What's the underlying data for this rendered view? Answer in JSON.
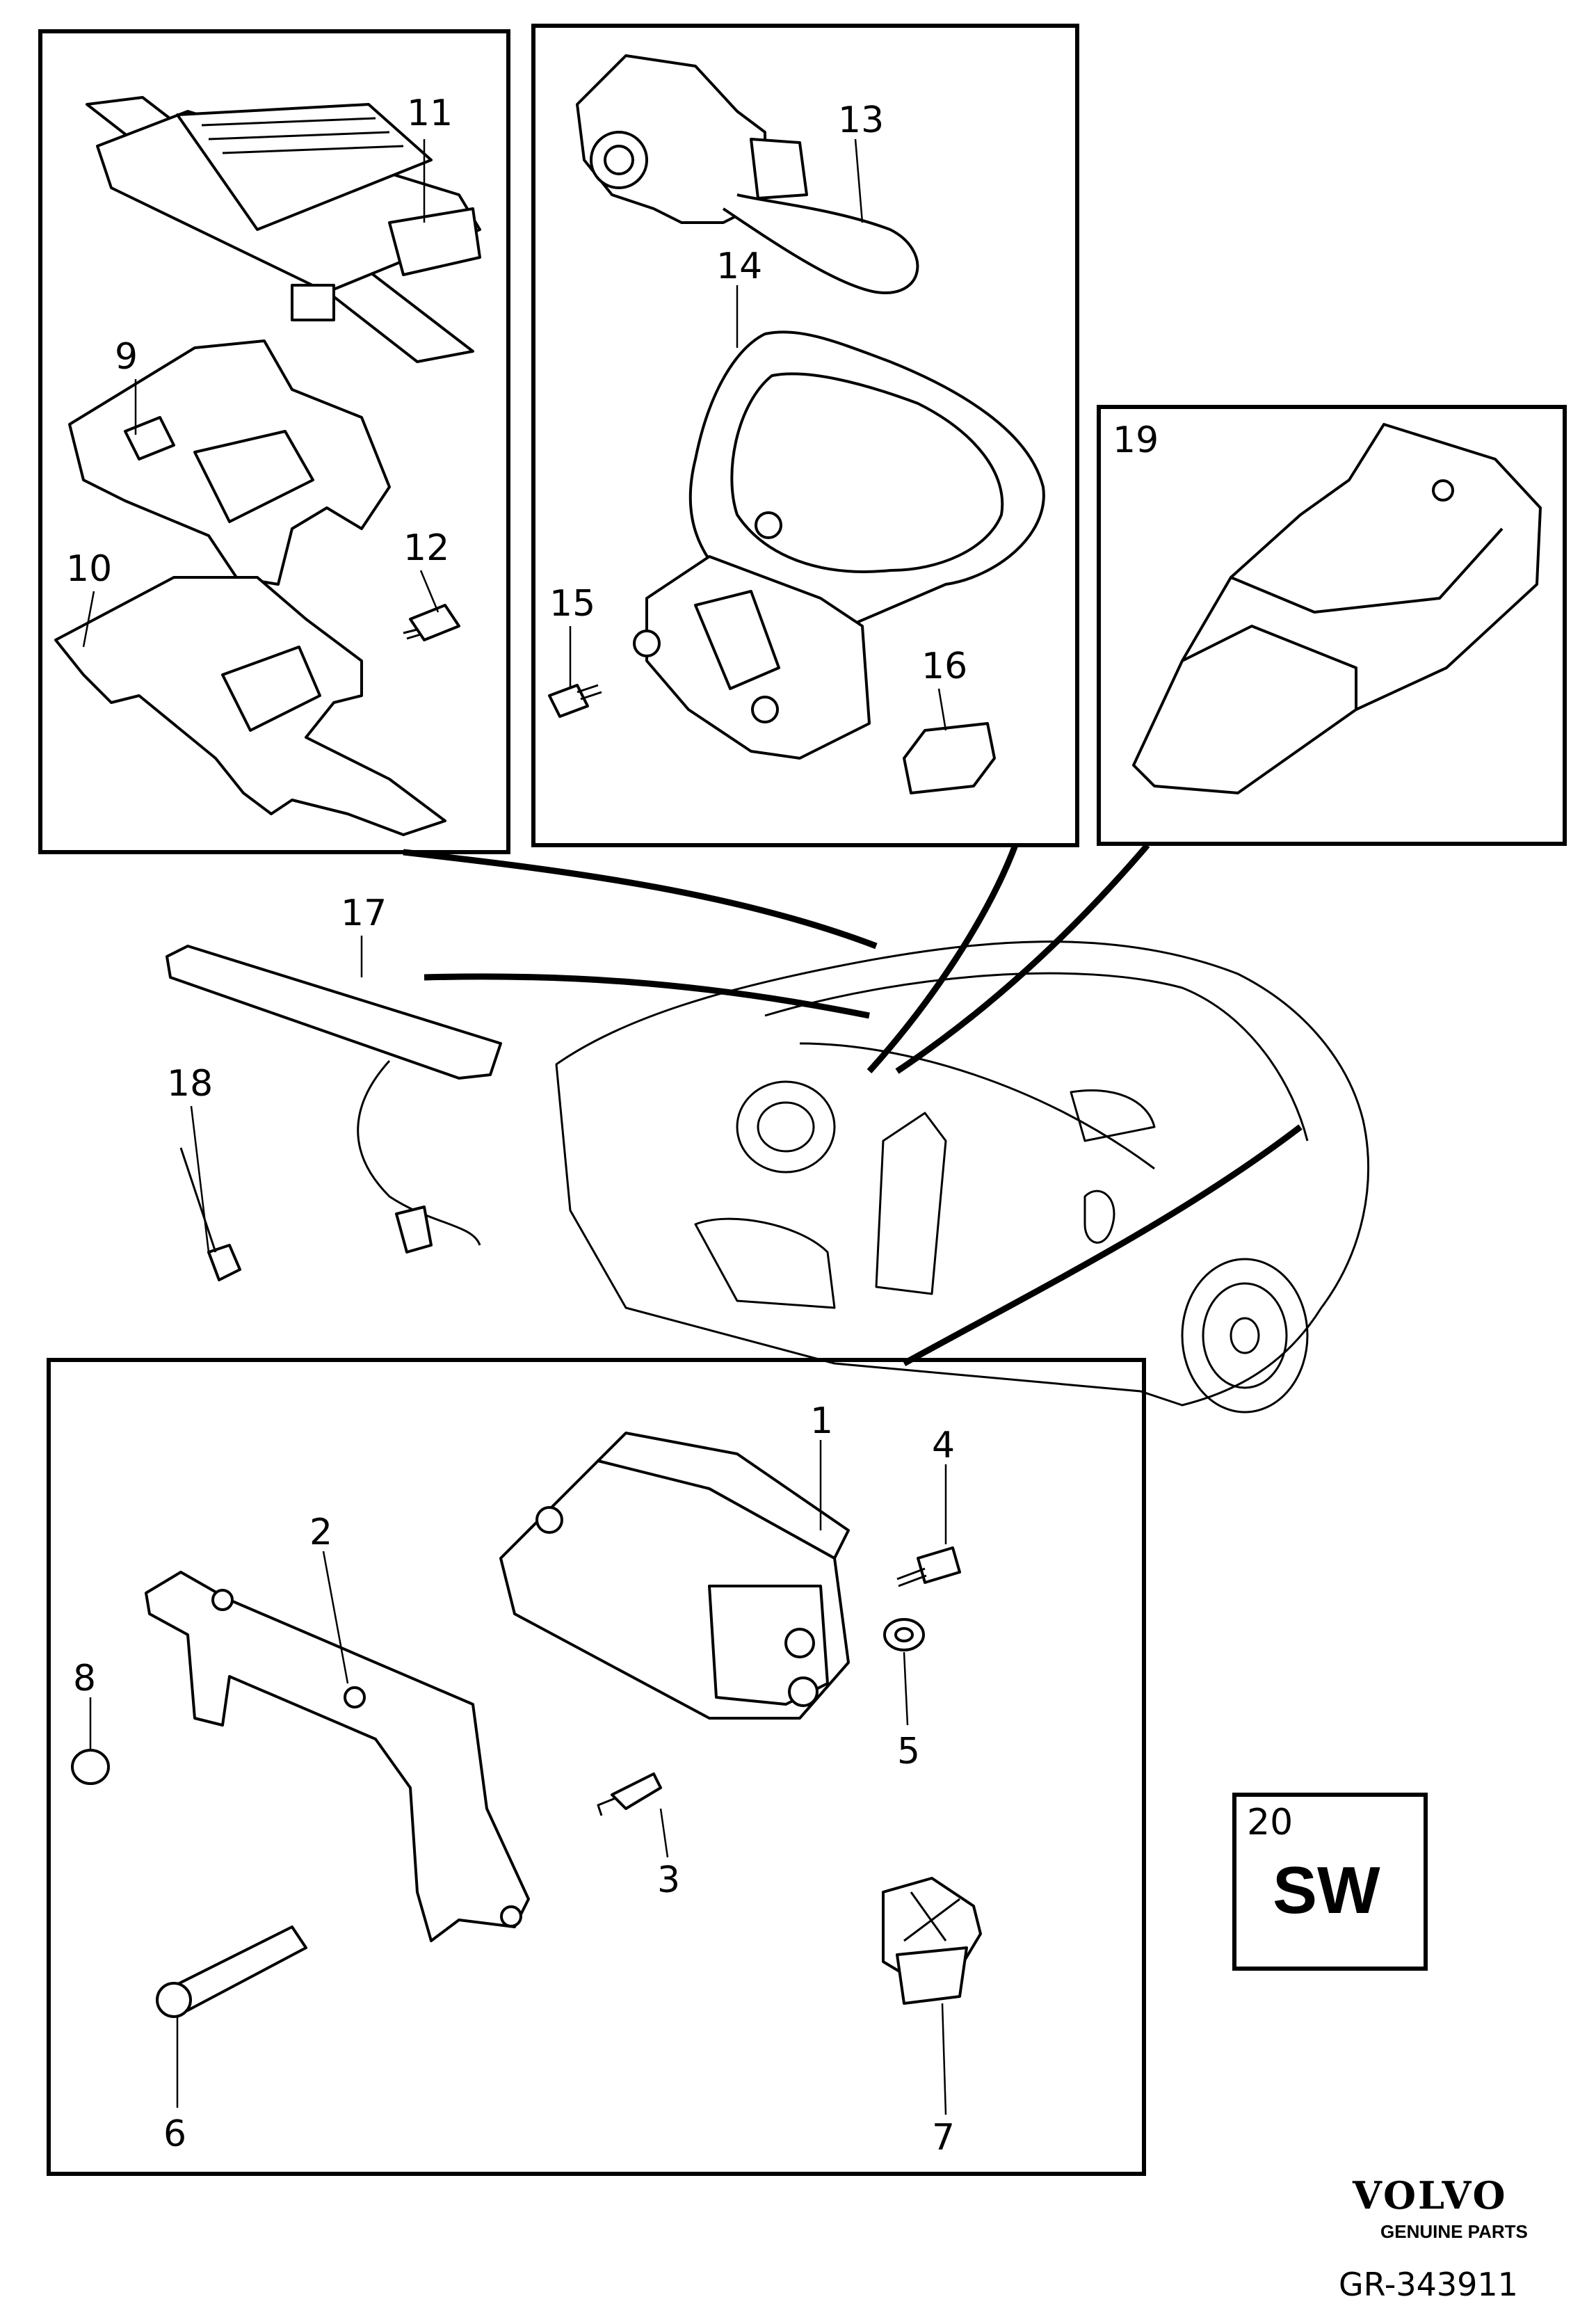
{
  "callouts": {
    "c1": "1",
    "c2": "2",
    "c3": "3",
    "c4": "4",
    "c5": "5",
    "c6": "6",
    "c7": "7",
    "c8": "8",
    "c9": "9",
    "c10": "10",
    "c11": "11",
    "c12": "12",
    "c13": "13",
    "c14": "14",
    "c15": "15",
    "c16": "16",
    "c17": "17",
    "c18": "18",
    "c19": "19",
    "c20": "20"
  },
  "sw_box": {
    "label": "SW"
  },
  "brand": {
    "name": "VOLVO",
    "tagline": "GENUINE PARTS"
  },
  "reference": "GR-343911"
}
